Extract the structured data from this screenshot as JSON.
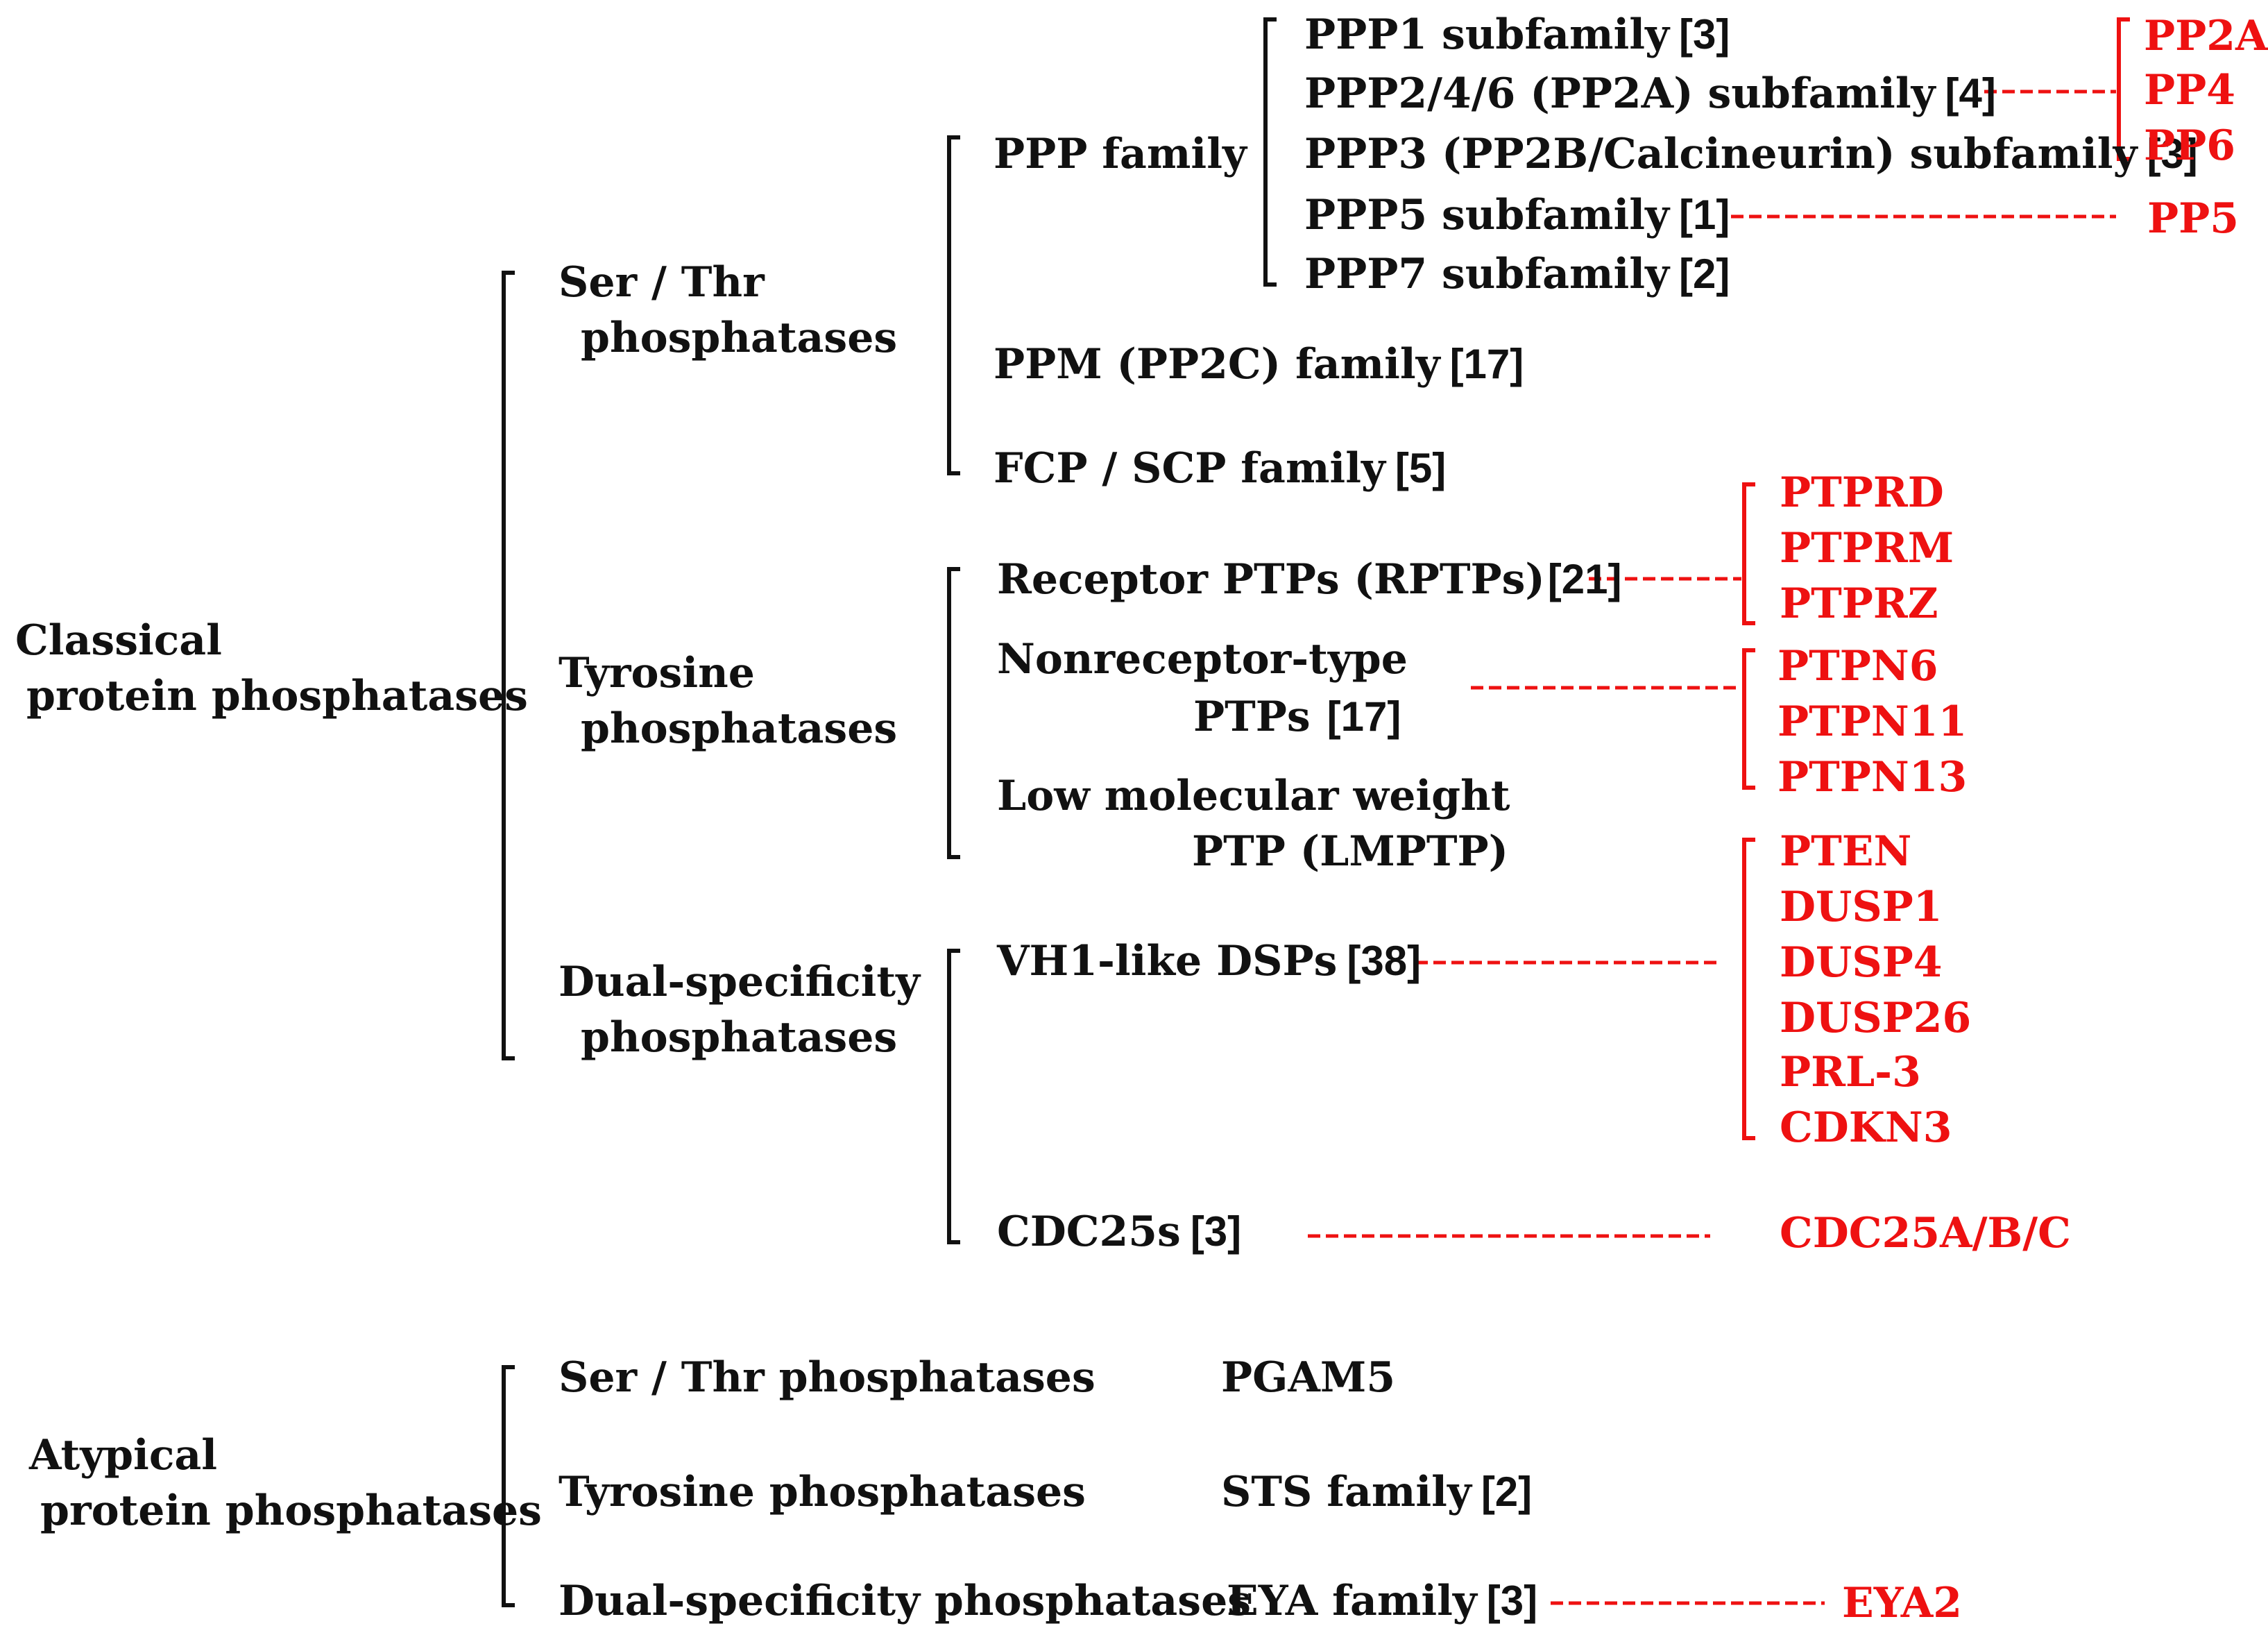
{
  "colors": {
    "label": "#111111",
    "highlight": "#ee1111"
  },
  "classical": {
    "title_line1": "Classical",
    "title_line2": "protein phosphatases",
    "ser_thr": {
      "line1": "Ser / Thr",
      "line2": "phosphatases",
      "ppp_family": {
        "label": "PPP family",
        "subfamilies": [
          {
            "label": "PPP1 subfamily",
            "count": "[3]"
          },
          {
            "label": "PPP2/4/6 (PP2A) subfamily",
            "count": "[4]"
          },
          {
            "label": "PPP3 (PP2B/Calcineurin) subfamily",
            "count": "[3]"
          },
          {
            "label": "PPP5  subfamily",
            "count": "[1]"
          },
          {
            "label": "PPP7  subfamily",
            "count": "[2]"
          }
        ],
        "pp2a_members": [
          "PP2A",
          "PP4",
          "PP6"
        ],
        "pp5_member": "PP5"
      },
      "ppm_family": {
        "label": "PPM (PP2C) family",
        "count": "[17]"
      },
      "fcp_family": {
        "label": "FCP / SCP family",
        "count": "[5]"
      }
    },
    "tyrosine": {
      "line1": "Tyrosine",
      "line2": "phosphatases",
      "rptp": {
        "label": "Receptor PTPs (RPTPs)",
        "count": "[21]",
        "members": [
          "PTPRD",
          "PTPRM",
          "PTPRZ"
        ]
      },
      "nonreceptor": {
        "line1": "Nonreceptor-type",
        "line2": "PTPs",
        "count": "[17]",
        "members": [
          "PTPN6",
          "PTPN11",
          "PTPN13"
        ]
      },
      "lmptp": {
        "line1": "Low molecular weight",
        "line2": "PTP (LMPTP)"
      }
    },
    "dual": {
      "line1": "Dual-specificity",
      "line2": "phosphatases",
      "vh1": {
        "label": "VH1-like DSPs",
        "count": "[38]",
        "members": [
          "PTEN",
          "DUSP1",
          "DUSP4",
          "DUSP26",
          "PRL-3",
          "CDKN3"
        ]
      },
      "cdc25": {
        "label": "CDC25s",
        "count": "[3]",
        "member": "CDC25A/B/C"
      }
    }
  },
  "atypical": {
    "title_line1": "Atypical",
    "title_line2": "protein phosphatases",
    "rows": [
      {
        "category": "Ser / Thr phosphatases",
        "family": "PGAM5",
        "count": ""
      },
      {
        "category": "Tyrosine phosphatases",
        "family": "STS family",
        "count": "[2]"
      },
      {
        "category": "Dual-specificity  phosphatases",
        "family": "EYA family",
        "count": "[3]",
        "member": "EYA2"
      }
    ]
  }
}
